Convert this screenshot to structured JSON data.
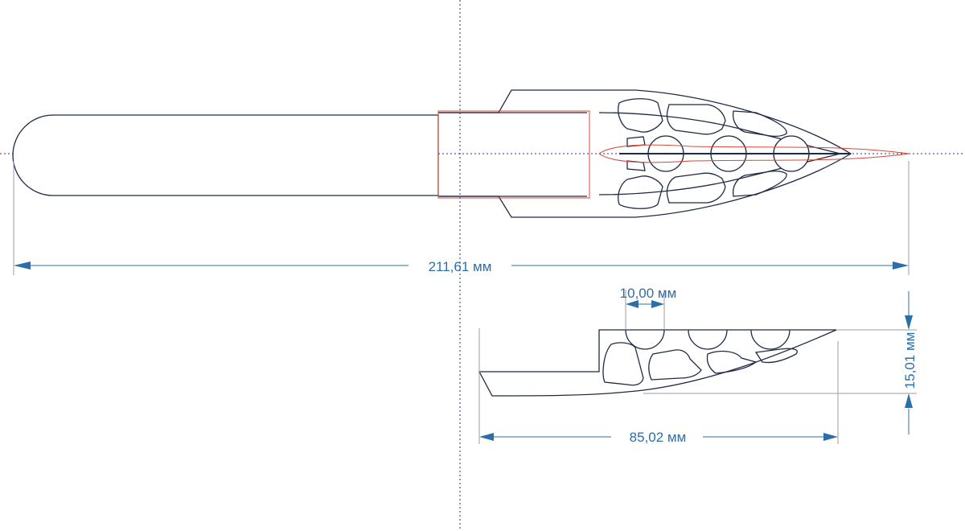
{
  "colors": {
    "outline": "#1e2a44",
    "guide": "#9a9ea8",
    "guide_fine": "#c8cbd2",
    "axis": "#2d2f8f",
    "dimension": "#2c6fa8",
    "accent": "#d84a3a"
  },
  "dimensions": {
    "overall_length": "211,61 мм",
    "hole_spacing": "10,00 мм",
    "blade_height": "15,01 мм",
    "blade_length": "85,02 мм"
  }
}
